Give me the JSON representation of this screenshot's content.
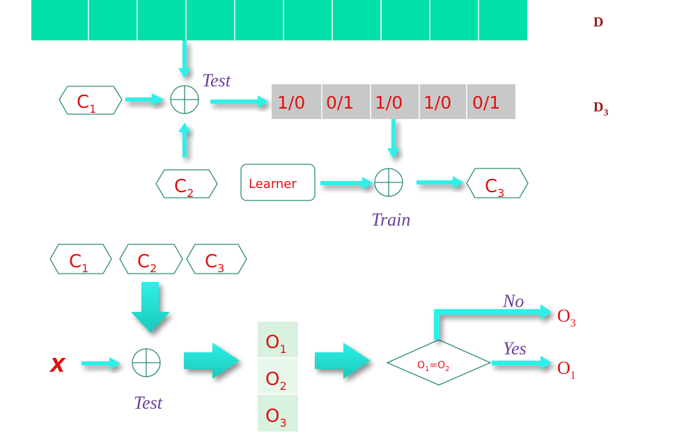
{
  "dataset_label": "D",
  "dataset3_label": "D",
  "dataset3_sub": "3",
  "classifiers_top": [
    {
      "name": "C",
      "sub": "1"
    },
    {
      "name": "C",
      "sub": "2"
    },
    {
      "name": "C",
      "sub": "3"
    }
  ],
  "test_label_top": "Test",
  "train_label": "Train",
  "learner_label": "Learner",
  "d3_cells": [
    "1/0",
    "0/1",
    "1/0",
    "1/0",
    "0/1"
  ],
  "classifiers_bottom": [
    {
      "name": "C",
      "sub": "1"
    },
    {
      "name": "C",
      "sub": "2"
    },
    {
      "name": "C",
      "sub": "3"
    }
  ],
  "input_label": "X",
  "test_label_bottom": "Test",
  "outputs": [
    {
      "name": "O",
      "sub": "1"
    },
    {
      "name": "O",
      "sub": "2"
    },
    {
      "name": "O",
      "sub": "3"
    }
  ],
  "decision": {
    "left": "O",
    "left_sub": "1",
    "eq": "=",
    "right": "O",
    "right_sub": "2"
  },
  "no_label": "No",
  "yes_label": "Yes",
  "result_no": {
    "name": "O",
    "sub": "3"
  },
  "result_yes": {
    "name": "O",
    "sub": "1"
  },
  "colors": {
    "teal": "#00e0a8",
    "cyan": "#2ef0e8",
    "grey": "#c8c8c8",
    "light_green": "#e0f5e8",
    "red": "#e01010",
    "purple": "#6a3d9a"
  }
}
